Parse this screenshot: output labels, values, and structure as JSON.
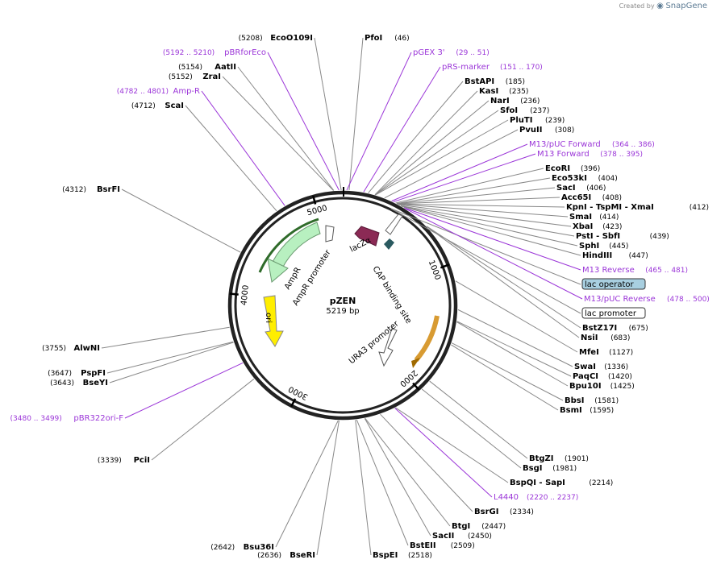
{
  "watermark": {
    "prefix": "Created by",
    "brand": "SnapGene"
  },
  "plasmid": {
    "name": "pZEN",
    "length_label": "5219 bp"
  },
  "ticks": [
    {
      "label": "1000",
      "pos": 1000
    },
    {
      "label": "2000",
      "pos": 2000
    },
    {
      "label": "3000",
      "pos": 3000
    },
    {
      "label": "4000",
      "pos": 4000
    },
    {
      "label": "5000",
      "pos": 5000
    }
  ],
  "features": [
    {
      "name": "lacZα",
      "color": "#8b2a55"
    },
    {
      "name": "CAP binding site",
      "color": "#2a5a60"
    },
    {
      "name": "URA3 promoter",
      "color": "#ffffff"
    },
    {
      "name": "ori",
      "color": "#ffee00"
    },
    {
      "name": "AmpR",
      "color": "#b8f0c0"
    },
    {
      "name": "AmpR promoter",
      "color": "#ffffff"
    },
    {
      "name": "lac operator",
      "color": "#a8cfe0"
    },
    {
      "name": "lac promoter",
      "color": "#ffffff"
    }
  ],
  "labels_right": [
    {
      "name": "PfoI",
      "pos": "(46)",
      "type": "site"
    },
    {
      "name": "pGEX 3'",
      "pos": "(29 .. 51)",
      "type": "primer"
    },
    {
      "name": "pRS-marker",
      "pos": "(151 .. 170)",
      "type": "primer"
    },
    {
      "name": "BstAPI",
      "pos": "(185)",
      "type": "site"
    },
    {
      "name": "KasI",
      "pos": "(235)",
      "type": "site"
    },
    {
      "name": "NarI",
      "pos": "(236)",
      "type": "site"
    },
    {
      "name": "SfoI",
      "pos": "(237)",
      "type": "site"
    },
    {
      "name": "PluTI",
      "pos": "(239)",
      "type": "site"
    },
    {
      "name": "PvuII",
      "pos": "(308)",
      "type": "site"
    },
    {
      "name": "M13/pUC Forward",
      "pos": "(364 .. 386)",
      "type": "primer"
    },
    {
      "name": "M13 Forward",
      "pos": "(378 .. 395)",
      "type": "primer"
    },
    {
      "name": "EcoRI",
      "pos": "(396)",
      "type": "site"
    },
    {
      "name": "Eco53kI",
      "pos": "(404)",
      "type": "site"
    },
    {
      "name": "SacI",
      "pos": "(406)",
      "type": "site"
    },
    {
      "name": "Acc65I",
      "pos": "(408)",
      "type": "site"
    },
    {
      "name": "KpnI  - TspMI  - XmaI",
      "pos": "(412)",
      "type": "site"
    },
    {
      "name": "SmaI",
      "pos": "(414)",
      "type": "site"
    },
    {
      "name": "XbaI",
      "pos": "(423)",
      "type": "site"
    },
    {
      "name": "PstI  - SbfI",
      "pos": "(439)",
      "type": "site"
    },
    {
      "name": "SphI",
      "pos": "(445)",
      "type": "site"
    },
    {
      "name": "HindIII",
      "pos": "(447)",
      "type": "site"
    },
    {
      "name": "M13 Reverse",
      "pos": "(465 .. 481)",
      "type": "primer"
    },
    {
      "name": "lac operator",
      "pos": "",
      "type": "boxfill"
    },
    {
      "name": "M13/pUC Reverse",
      "pos": "(478 .. 500)",
      "type": "primer"
    },
    {
      "name": "lac promoter",
      "pos": "",
      "type": "box"
    },
    {
      "name": "BstZ17I",
      "pos": "(675)",
      "type": "site"
    },
    {
      "name": "NsiI",
      "pos": "(683)",
      "type": "site"
    },
    {
      "name": "MfeI",
      "pos": "(1127)",
      "type": "site"
    },
    {
      "name": "SwaI",
      "pos": "(1336)",
      "type": "site"
    },
    {
      "name": "PaqCI",
      "pos": "(1420)",
      "type": "site"
    },
    {
      "name": "Bpu10I",
      "pos": "(1425)",
      "type": "site"
    },
    {
      "name": "BbsI",
      "pos": "(1581)",
      "type": "site"
    },
    {
      "name": "BsmI",
      "pos": "(1595)",
      "type": "site"
    },
    {
      "name": "BtgZI",
      "pos": "(1901)",
      "type": "site"
    },
    {
      "name": "BsgI",
      "pos": "(1981)",
      "type": "site"
    },
    {
      "name": "BspQI  - SapI",
      "pos": "(2214)",
      "type": "site"
    },
    {
      "name": "L4440",
      "pos": "(2220 .. 2237)",
      "type": "primer"
    },
    {
      "name": "BsrGI",
      "pos": "(2334)",
      "type": "site"
    },
    {
      "name": "BtgI",
      "pos": "(2447)",
      "type": "site"
    },
    {
      "name": "SacII",
      "pos": "(2450)",
      "type": "site"
    },
    {
      "name": "BstEII",
      "pos": "(2509)",
      "type": "site"
    },
    {
      "name": "BspEI",
      "pos": "(2518)",
      "type": "site"
    }
  ],
  "labels_left": [
    {
      "name": "EcoO109I",
      "pos": "(5208)",
      "type": "site"
    },
    {
      "name": "pBRforEco",
      "pos": "(5192 .. 5210)",
      "type": "primer"
    },
    {
      "name": "AatII",
      "pos": "(5154)",
      "type": "site"
    },
    {
      "name": "ZraI",
      "pos": "(5152)",
      "type": "site"
    },
    {
      "name": "Amp-R",
      "pos": "(4782 .. 4801)",
      "type": "primer"
    },
    {
      "name": "ScaI",
      "pos": "(4712)",
      "type": "site"
    },
    {
      "name": "BsrFI",
      "pos": "(4312)",
      "type": "site"
    },
    {
      "name": "AlwNI",
      "pos": "(3755)",
      "type": "site"
    },
    {
      "name": "PspFI",
      "pos": "(3647)",
      "type": "site"
    },
    {
      "name": "BseYI",
      "pos": "(3643)",
      "type": "site"
    },
    {
      "name": "pBR322ori-F",
      "pos": "(3480 .. 3499)",
      "type": "primer"
    },
    {
      "name": "PciI",
      "pos": "(3339)",
      "type": "site"
    },
    {
      "name": "Bsu36I",
      "pos": "(2642)",
      "type": "site"
    },
    {
      "name": "BseRI",
      "pos": "(2636)",
      "type": "site"
    }
  ]
}
